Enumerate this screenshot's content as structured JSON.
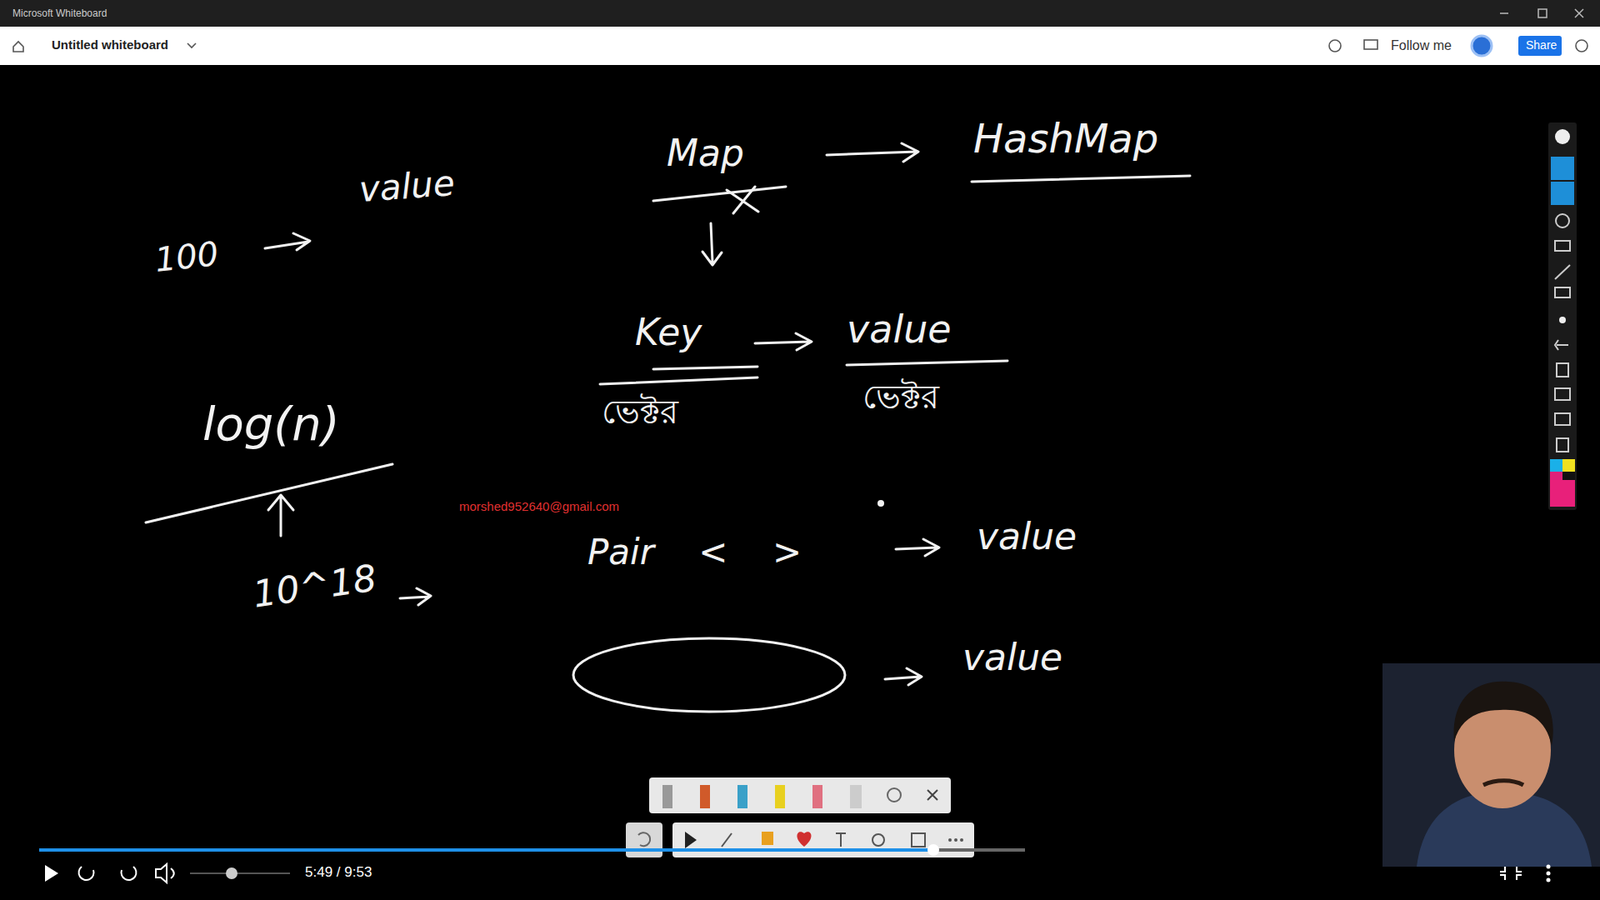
{
  "diagram": {
    "labels": [
      "Microsoft Whiteboard",
      "Untitled whiteboard",
      "Follow me",
      "Share",
      "Map",
      "HashMap",
      "100",
      "value",
      "Key",
      "value",
      "ভেক্টর",
      "ভেক্টর",
      "log(n)",
      "morshed952640@gmail.com",
      "10^18",
      "Pair < >",
      "value",
      "value",
      "5:49 / 9:53"
    ]
  }
}
